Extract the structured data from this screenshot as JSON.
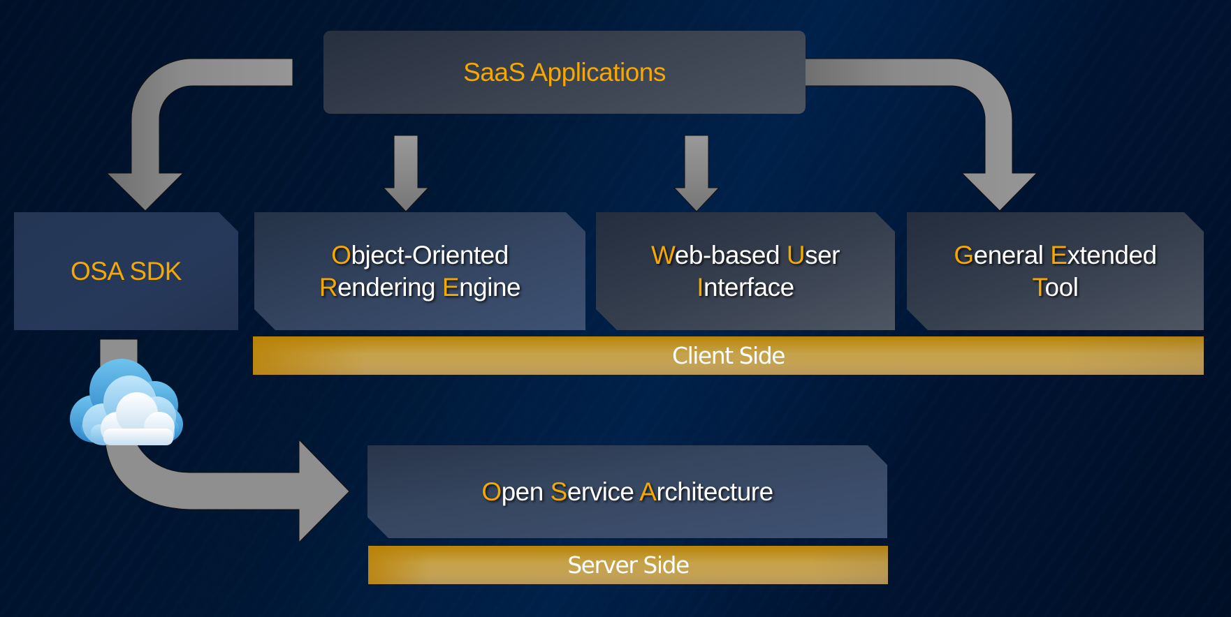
{
  "diagram": {
    "top": {
      "label": "SaaS Applications"
    },
    "components": [
      {
        "id": "osa-sdk",
        "line1": [
          {
            "text": "OSA SDK",
            "highlight": true
          }
        ],
        "line2": []
      },
      {
        "id": "ore",
        "line1": [
          {
            "text": "O",
            "highlight": true
          },
          {
            "text": "bject-Oriented",
            "highlight": false
          }
        ],
        "line2": [
          {
            "text": "R",
            "highlight": true
          },
          {
            "text": "endering ",
            "highlight": false
          },
          {
            "text": "E",
            "highlight": true
          },
          {
            "text": "ngine",
            "highlight": false
          }
        ]
      },
      {
        "id": "wui",
        "line1": [
          {
            "text": "W",
            "highlight": true
          },
          {
            "text": "eb-based ",
            "highlight": false
          },
          {
            "text": "U",
            "highlight": true
          },
          {
            "text": "ser",
            "highlight": false
          }
        ],
        "line2": [
          {
            "text": "I",
            "highlight": true
          },
          {
            "text": "nterface",
            "highlight": false
          }
        ]
      },
      {
        "id": "get",
        "line1": [
          {
            "text": "G",
            "highlight": true
          },
          {
            "text": "eneral ",
            "highlight": false
          },
          {
            "text": "E",
            "highlight": true
          },
          {
            "text": "xtended",
            "highlight": false
          }
        ],
        "line2": [
          {
            "text": "T",
            "highlight": true
          },
          {
            "text": "ool",
            "highlight": false
          }
        ]
      }
    ],
    "client_bar": {
      "label": "Client Side"
    },
    "server": {
      "line1": [
        {
          "text": "O",
          "highlight": true
        },
        {
          "text": "pen ",
          "highlight": false
        },
        {
          "text": "S",
          "highlight": true
        },
        {
          "text": "ervice ",
          "highlight": false
        },
        {
          "text": "A",
          "highlight": true
        },
        {
          "text": "rchitecture",
          "highlight": false
        }
      ]
    },
    "server_bar": {
      "label": "Server Side"
    },
    "icons": {
      "cloud": "cloud-icon",
      "arrows": [
        "bent-arrow-left-down",
        "down-arrow",
        "down-arrow",
        "bent-arrow-right-down",
        "curved-arrow-right"
      ]
    },
    "colors": {
      "highlight": "#f5a800",
      "text": "#ffffff",
      "bar": "#c49a2c",
      "arrow": "#8f8f8f",
      "background": "#001530"
    }
  }
}
